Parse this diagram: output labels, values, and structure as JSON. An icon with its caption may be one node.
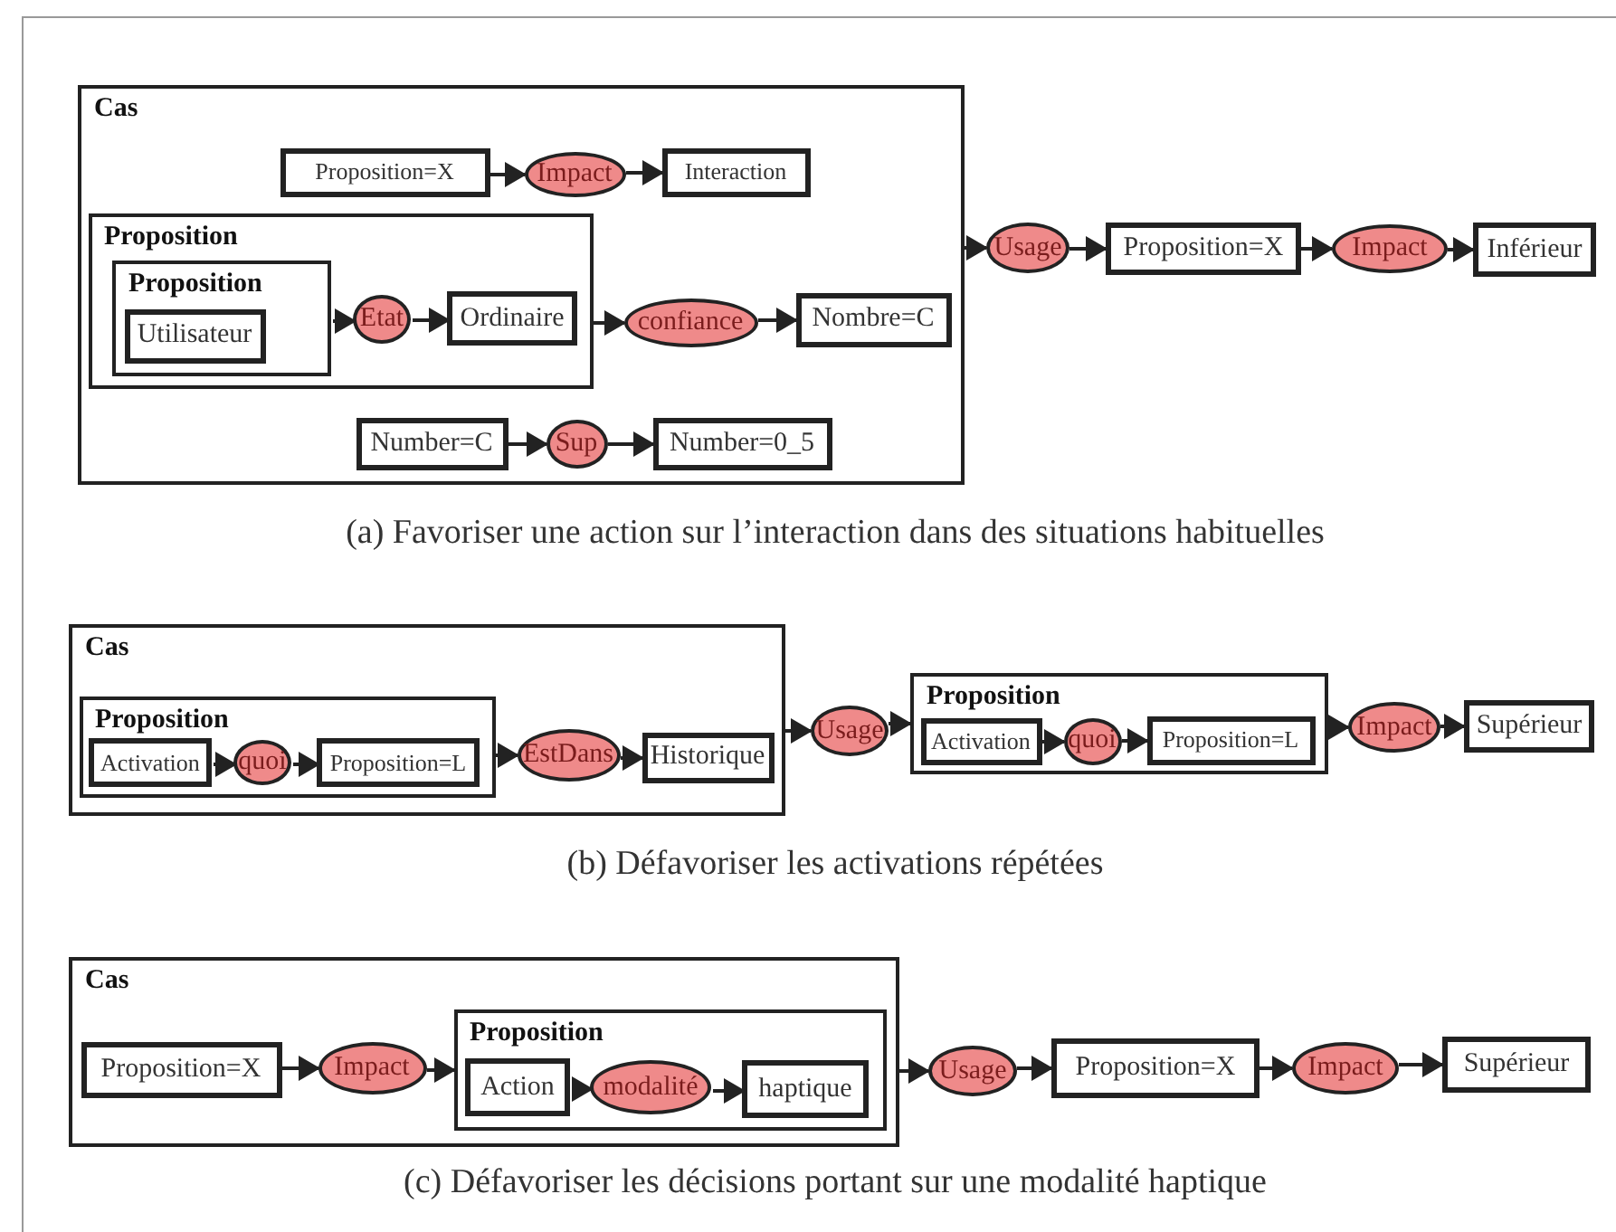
{
  "diagram": {
    "nodes": [
      {
        "text": [
          "Cas"
        ]
      },
      {
        "text": [
          "Proposition=X"
        ],
        "in": 0
      },
      {
        "text": [
          "Impact"
        ],
        "in": 0
      },
      {
        "text": [
          "Interaction"
        ],
        "in": 0
      },
      {
        "text": [
          "Proposition"
        ],
        "in": 0
      },
      {
        "text": [
          "Proposition"
        ],
        "in": 4
      },
      {
        "text": [
          "Utilisateur"
        ],
        "in": 5
      },
      {
        "text": [
          "Etat"
        ],
        "in": 4
      },
      {
        "text": [
          "Ordinaire"
        ],
        "in": 4
      },
      {
        "text": [
          "confiance"
        ],
        "in": 0
      },
      {
        "text": [
          "Nombre=C"
        ],
        "in": 0
      },
      {
        "text": [
          "Number=C"
        ],
        "in": 0
      },
      {
        "text": [
          "Sup"
        ],
        "in": 0
      },
      {
        "text": [
          "Number=0_5"
        ],
        "in": 0
      },
      {
        "text": [
          "Usage"
        ]
      },
      {
        "text": [
          "Proposition=X"
        ]
      },
      {
        "text": [
          "Impact"
        ]
      },
      {
        "text": [
          "Inférieur"
        ]
      },
      {
        "text": [
          "Cas"
        ]
      },
      {
        "text": [
          "Proposition"
        ],
        "in": 18
      },
      {
        "text": [
          "Activation"
        ],
        "in": 19
      },
      {
        "text": [
          "quoi"
        ],
        "in": 19
      },
      {
        "text": [
          "Proposition=L"
        ],
        "in": 19
      },
      {
        "text": [
          "EstDans"
        ],
        "in": 18
      },
      {
        "text": [
          "Historique"
        ],
        "in": 18
      },
      {
        "text": [
          "Usage"
        ]
      },
      {
        "text": [
          "Proposition"
        ]
      },
      {
        "text": [
          "Activation"
        ],
        "in": 26
      },
      {
        "text": [
          "quoi"
        ],
        "in": 26
      },
      {
        "text": [
          "Proposition=L"
        ],
        "in": 26
      },
      {
        "text": [
          "Impact"
        ]
      },
      {
        "text": [
          "Supérieur"
        ]
      },
      {
        "text": [
          "Cas"
        ]
      },
      {
        "text": [
          "Proposition=X"
        ],
        "in": 32
      },
      {
        "text": [
          "Impact"
        ],
        "in": 32
      },
      {
        "text": [
          "Proposition"
        ],
        "in": 32
      },
      {
        "text": [
          "Action"
        ],
        "in": 35
      },
      {
        "text": [
          "modalité"
        ],
        "in": 35
      },
      {
        "text": [
          "haptique"
        ],
        "in": 35
      },
      {
        "text": [
          "Usage"
        ]
      },
      {
        "text": [
          "Proposition=X"
        ]
      },
      {
        "text": [
          "Impact"
        ]
      },
      {
        "text": [
          "Supérieur"
        ]
      }
    ],
    "edges": [
      {
        "from": 1,
        "to": 2,
        "arrow": "to"
      },
      {
        "from": 2,
        "to": 3,
        "arrow": "to"
      },
      {
        "from": 5,
        "to": 7,
        "arrow": "to"
      },
      {
        "from": 7,
        "to": 8,
        "arrow": "to"
      },
      {
        "from": 4,
        "to": 9,
        "arrow": "to"
      },
      {
        "from": 9,
        "to": 10,
        "arrow": "to"
      },
      {
        "from": 11,
        "to": 12,
        "arrow": "to"
      },
      {
        "from": 12,
        "to": 13,
        "arrow": "to"
      },
      {
        "from": 0,
        "to": 14,
        "arrow": "to"
      },
      {
        "from": 14,
        "to": 15,
        "arrow": "to"
      },
      {
        "from": 15,
        "to": 16,
        "arrow": "to"
      },
      {
        "from": 16,
        "to": 17,
        "arrow": "to"
      },
      {
        "from": 20,
        "to": 21,
        "arrow": "to"
      },
      {
        "from": 21,
        "to": 22,
        "arrow": "to"
      },
      {
        "from": 19,
        "to": 23,
        "arrow": "to"
      },
      {
        "from": 23,
        "to": 24,
        "arrow": "to"
      },
      {
        "from": 18,
        "to": 25,
        "arrow": "to"
      },
      {
        "from": 25,
        "to": 26,
        "arrow": "to"
      },
      {
        "from": 27,
        "to": 28,
        "arrow": "to"
      },
      {
        "from": 28,
        "to": 29,
        "arrow": "to"
      },
      {
        "from": 26,
        "to": 30,
        "arrow": "to"
      },
      {
        "from": 30,
        "to": 31,
        "arrow": "to"
      },
      {
        "from": 33,
        "to": 34,
        "arrow": "to"
      },
      {
        "from": 34,
        "to": 35,
        "arrow": "to"
      },
      {
        "from": 36,
        "to": 37,
        "arrow": "to"
      },
      {
        "from": 37,
        "to": 38,
        "arrow": "to"
      },
      {
        "from": 32,
        "to": 39,
        "arrow": "to"
      },
      {
        "from": 39,
        "to": 40,
        "arrow": "to"
      },
      {
        "from": 40,
        "to": 41,
        "arrow": "to"
      },
      {
        "from": 41,
        "to": 42,
        "arrow": "to"
      }
    ],
    "labels": [
      "(a) Favoriser une action sur l’interaction dans des situations habituelles",
      "(b) Défavoriser les activations répétées",
      "(c) Défavoriser les décisions portant sur une modalité haptique"
    ]
  }
}
